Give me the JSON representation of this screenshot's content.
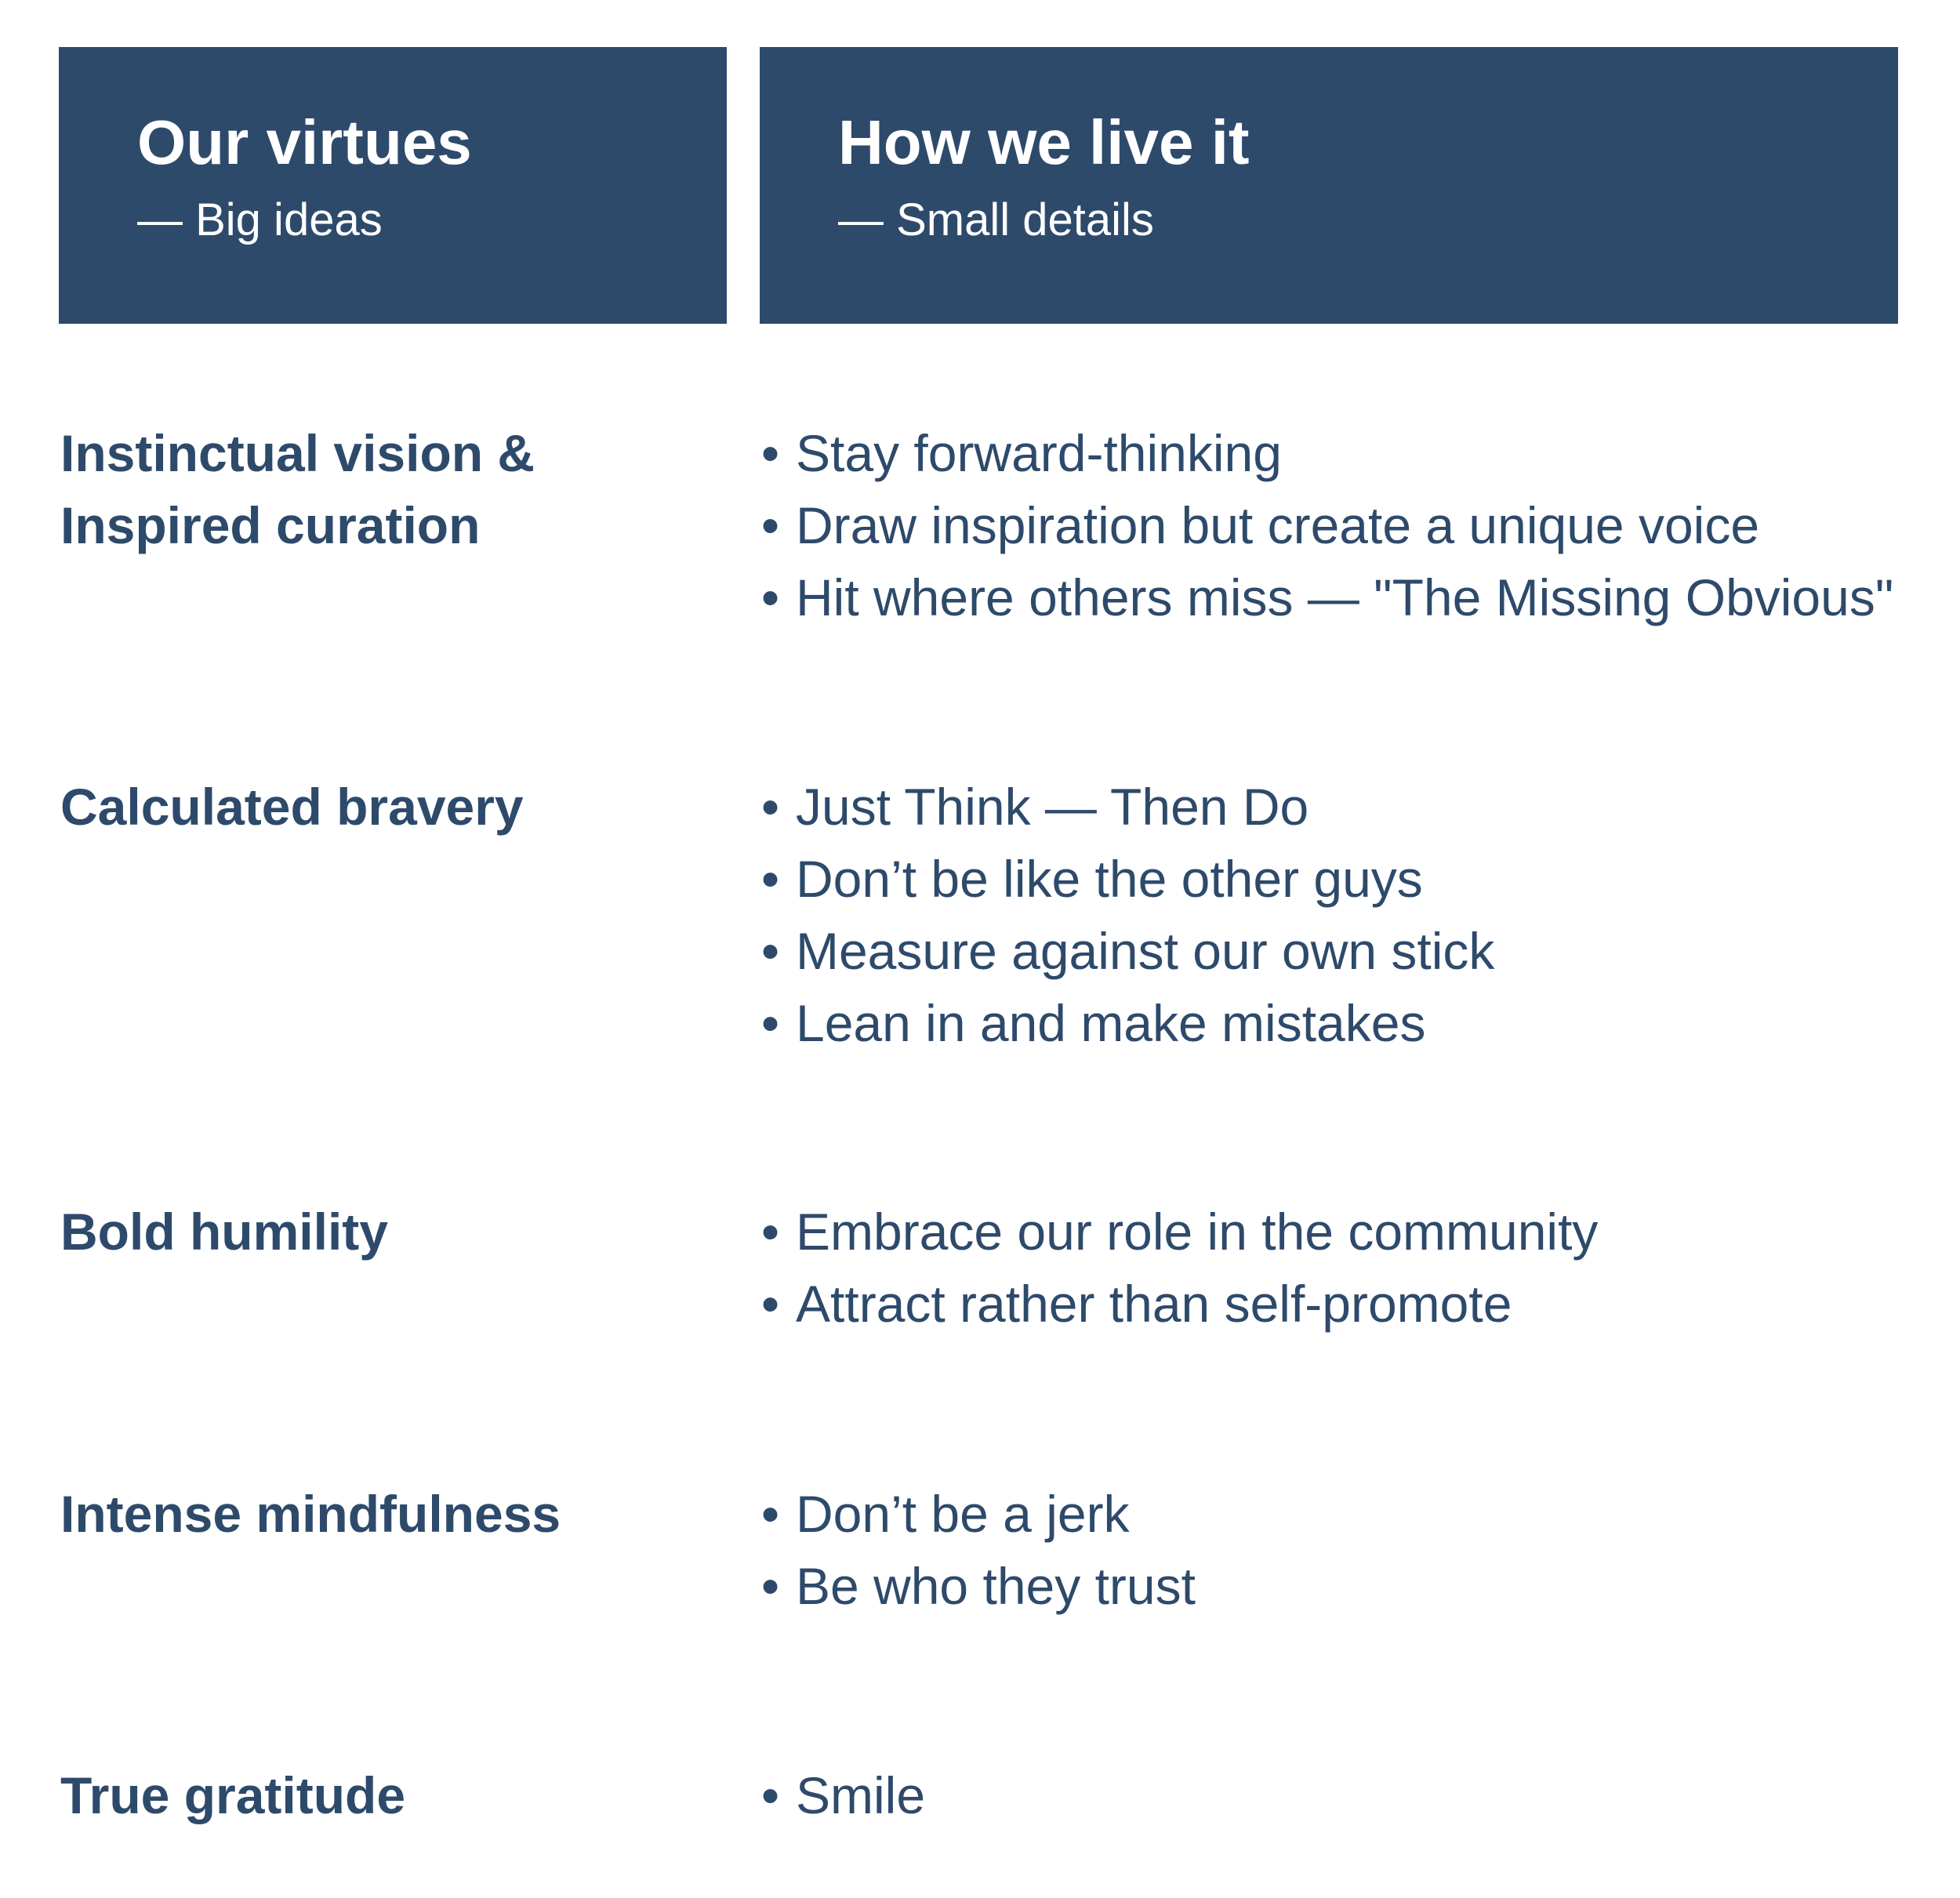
{
  "header": {
    "left": {
      "title": "Our virtues",
      "subtitle": "— Big ideas"
    },
    "right": {
      "title": "How we live it",
      "subtitle": "— Small details"
    }
  },
  "colors": {
    "header_background": "#2e4a6b",
    "header_text": "#ffffff",
    "body_text": "#2e4a6b"
  },
  "rows": [
    {
      "virtue": [
        "Instinctual vision &",
        "Inspired curation"
      ],
      "details": [
        "Stay forward-thinking",
        "Draw inspiration but create a unique voice",
        "Hit where others miss — \"The Missing Obvious\""
      ]
    },
    {
      "virtue": [
        "Calculated bravery"
      ],
      "details": [
        "Just Think — Then Do",
        "Don’t be like the other guys",
        "Measure against our own stick",
        "Lean in and make mistakes"
      ]
    },
    {
      "virtue": [
        "Bold humility"
      ],
      "details": [
        "Embrace our role in the community",
        "Attract rather than self-promote"
      ]
    },
    {
      "virtue": [
        "Intense mindfulness"
      ],
      "details": [
        "Don’t be a jerk",
        "Be who they trust"
      ]
    },
    {
      "virtue": [
        "True gratitude"
      ],
      "details": [
        "Smile"
      ]
    }
  ]
}
